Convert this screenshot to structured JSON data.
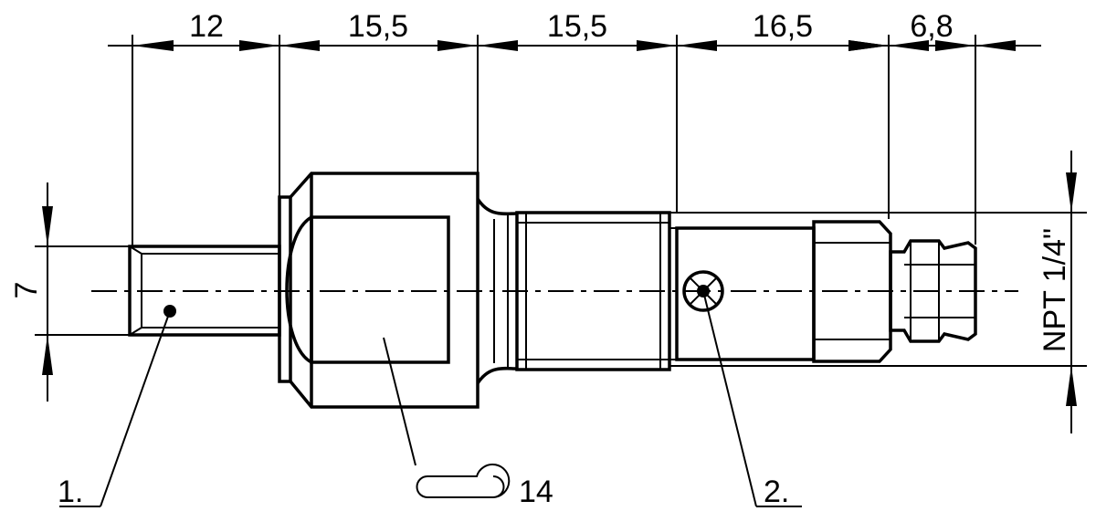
{
  "dimensions": {
    "d1": "12",
    "d2": "15,5",
    "d3": "15,5",
    "d4": "16,5",
    "d5": "6,8",
    "height": "7",
    "thread": "NPT 1/4\""
  },
  "callouts": {
    "item1": "1.",
    "item2": "2.",
    "wrench_size": "14"
  },
  "colors": {
    "line": "#000000",
    "background": "#ffffff"
  }
}
